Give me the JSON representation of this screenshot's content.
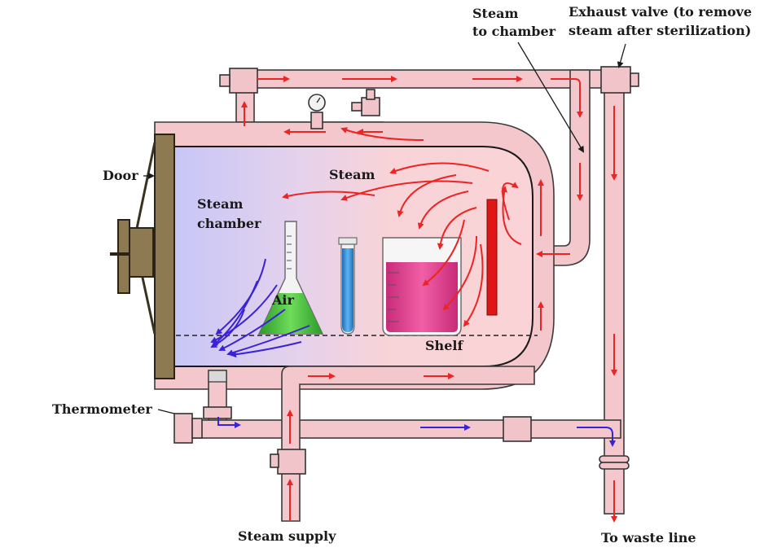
{
  "labels": {
    "steam_to_chamber_line1": "Steam",
    "steam_to_chamber_line2": "to chamber",
    "exhaust_line1": "Exhaust valve (to remove",
    "exhaust_line2": "steam after sterilization)",
    "door": "Door",
    "steam_inside": "Steam",
    "steam_chamber_line1": "Steam",
    "steam_chamber_line2": "chamber",
    "air": "Air",
    "shelf": "Shelf",
    "thermometer": "Thermometer",
    "steam_supply": "Steam supply",
    "to_waste_line": "To waste line"
  },
  "colors": {
    "steam_flow": "#ec2424",
    "air_flow": "#3a22d6",
    "pipe": "#f4c7cc",
    "chamber_pink": "#f9d2d5",
    "chamber_blue": "#c9c8f5",
    "door": "#8d7a52",
    "flask_liquid": "#3dbb3d",
    "tube_liquid": "#2f8fd8",
    "beaker_liquid": "#e2418f",
    "heater": "#e01616"
  }
}
